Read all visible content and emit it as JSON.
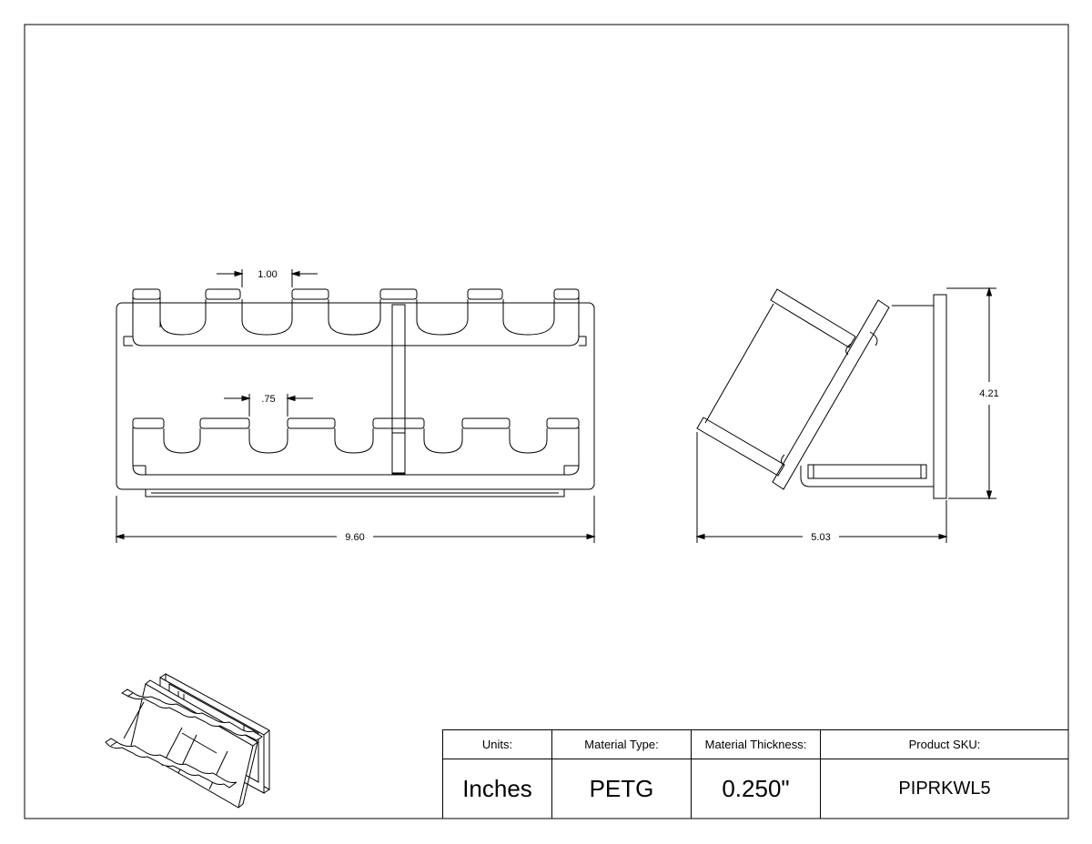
{
  "dimensions": {
    "peg_spacing_top": "1.00",
    "peg_spacing_bottom": ".75",
    "overall_width": "9.60",
    "side_depth": "5.03",
    "side_height": "4.21"
  },
  "title_block": {
    "headers": {
      "units": "Units:",
      "material_type": "Material Type:",
      "material_thickness": "Material Thickness:",
      "product_sku": "Product SKU:"
    },
    "values": {
      "units": "Inches",
      "material_type": "PETG",
      "material_thickness": "0.250\"",
      "product_sku": "PIPRKWL5"
    }
  },
  "colors": {
    "line": "#000000",
    "background": "#ffffff"
  }
}
